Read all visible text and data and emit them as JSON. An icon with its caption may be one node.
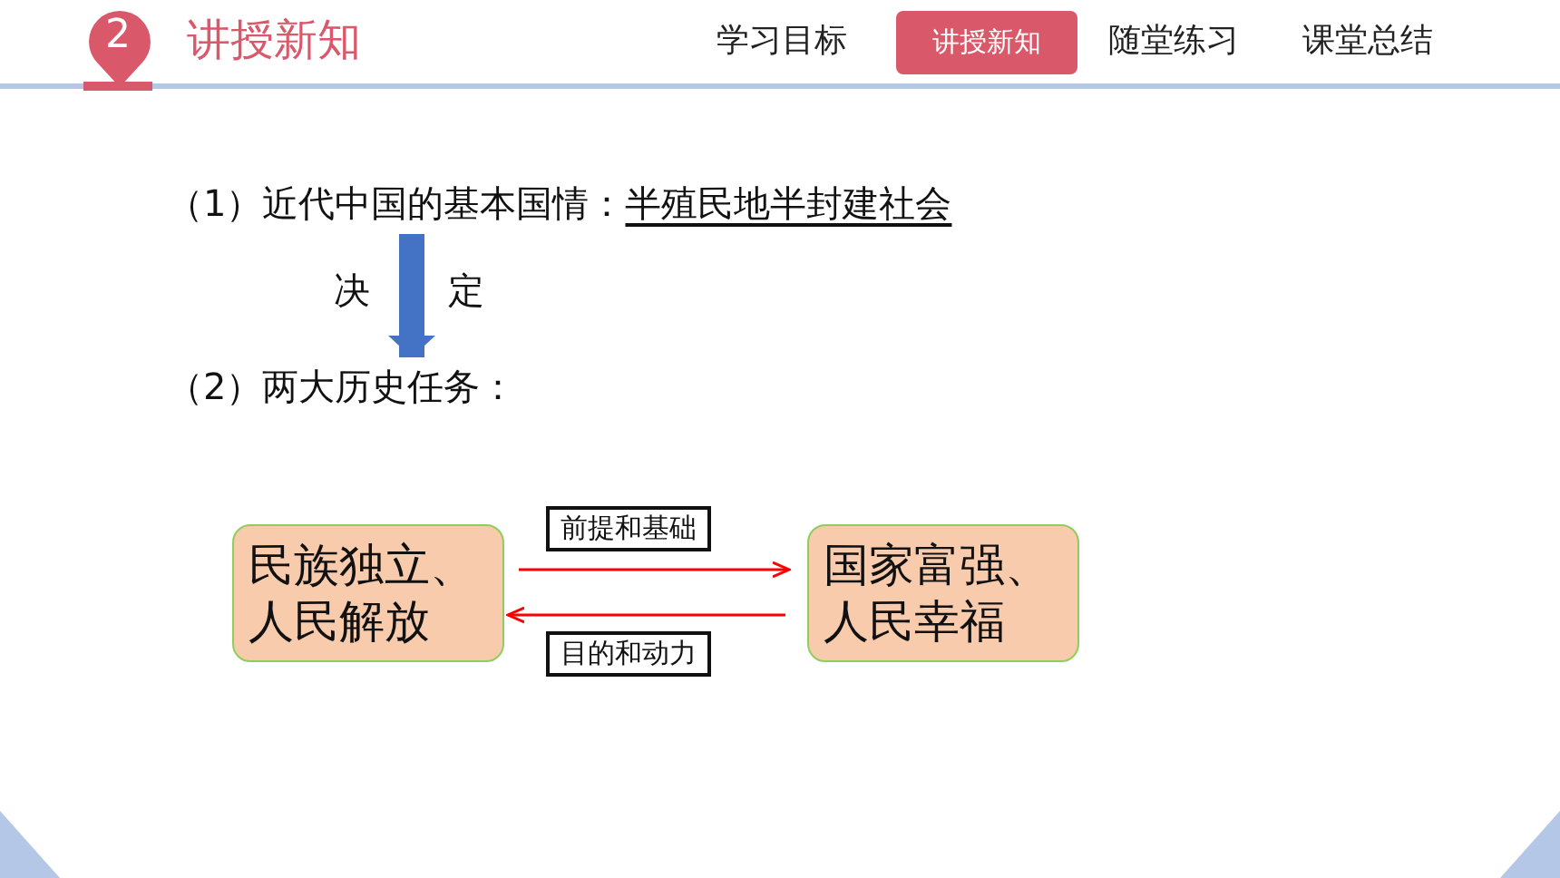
{
  "diagram": {
    "nodes": [
      {
        "text": [
          "（1）近代中国的基本国情：",
          "半殖民地半封建社会"
        ]
      },
      {
        "text": [
          "（2）两大历史任务："
        ]
      },
      {
        "text": [
          "民族独立、人民解放"
        ]
      },
      {
        "text": [
          "国家富强、人民幸福"
        ]
      }
    ],
    "edges": [
      {
        "from": 0,
        "to": 1,
        "arrow": "to",
        "style": "thick",
        "color": "#4472c4"
      },
      {
        "from": 2,
        "to": 3,
        "arrow": "to",
        "label": "前提和基础",
        "color": "#ff0000"
      },
      {
        "from": 3,
        "to": 2,
        "arrow": "to",
        "label": "目的和动力",
        "color": "#ff0000"
      }
    ],
    "labels": [
      "2",
      "讲授新知",
      "学习目标",
      "讲授新知",
      "随堂练习",
      "课堂总结",
      "决",
      "定"
    ]
  }
}
